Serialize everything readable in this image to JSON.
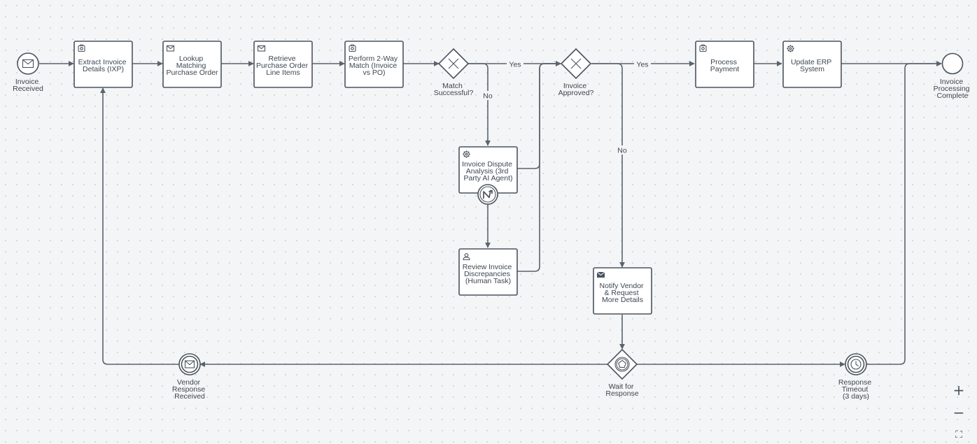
{
  "diagram": {
    "start_event": {
      "label": [
        "Invoice",
        "Received"
      ]
    },
    "tasks": {
      "extract": {
        "label": [
          "Extract Invoice",
          "Details (IXP)"
        ],
        "icon": "robot-icon"
      },
      "lookup": {
        "label": [
          "Lookup",
          "Matching",
          "Purchase Order"
        ],
        "icon": "mail-icon"
      },
      "retrieve": {
        "label": [
          "Retrieve",
          "Purchase Order",
          "Line Items"
        ],
        "icon": "mail-icon"
      },
      "match": {
        "label": [
          "Perform 2-Way",
          "Match (Invoice",
          "vs PO)"
        ],
        "icon": "robot-icon"
      },
      "dispute": {
        "label": [
          "Invoice Dispute",
          "Analysis (3rd",
          "Party AI Agent)"
        ],
        "icon": "gear-icon",
        "marker": "agent-icon"
      },
      "review": {
        "label": [
          "Review Invoice",
          "Discrepancies",
          "(Human Task)"
        ],
        "icon": "user-icon"
      },
      "notify": {
        "label": [
          "Notify Vendor",
          "& Request",
          "More Details"
        ],
        "icon": "envelope-filled-icon"
      },
      "payment": {
        "label": [
          "Process",
          "Payment"
        ],
        "icon": "robot-icon"
      },
      "erp": {
        "label": [
          "Update ERP",
          "System"
        ],
        "icon": "gear-icon"
      }
    },
    "gateways": {
      "match_gw": {
        "label": [
          "Match",
          "Successful?"
        ]
      },
      "approved_gw": {
        "label": [
          "Invoice",
          "Approved?"
        ]
      },
      "wait_gw": {
        "label": [
          "Wait for",
          "Response"
        ]
      }
    },
    "events": {
      "vendor_response": {
        "label": [
          "Vendor",
          "Response",
          "Received"
        ]
      },
      "timeout": {
        "label": [
          "Response",
          "Timeout",
          "(3 days)"
        ]
      },
      "end": {
        "label": [
          "Invoice",
          "Processing",
          "Complete"
        ]
      }
    },
    "flow_labels": {
      "yes1": "Yes",
      "no1": "No",
      "yes2": "Yes",
      "no2": "No"
    }
  },
  "controls": {
    "zoom_in": "+",
    "zoom_out": "−",
    "fit": "⛶"
  }
}
